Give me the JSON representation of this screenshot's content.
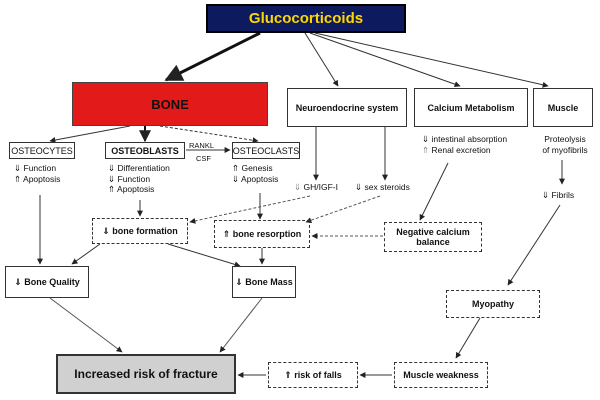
{
  "nodes": {
    "title": "Glucocorticoids",
    "bone": "BONE",
    "neuro": "Neuroendocrine system",
    "calcium": "Calcium Metabolism",
    "muscle": "Muscle",
    "osteocytes": "OSTEOCYTES",
    "osteoblasts": "OSTEOBLASTS",
    "osteoclasts": "OSTEOCLASTS",
    "rankl": "RANKL",
    "csf": "CSF",
    "bone_formation": "bone formation",
    "bone_resorption": "bone resorption",
    "neg_calcium_1": "Negative calcium",
    "neg_calcium_2": "balance",
    "bone_quality": "Bone Quality",
    "bone_mass": "Bone Mass",
    "myopathy": "Myopathy",
    "muscle_weakness": "Muscle weakness",
    "risk_falls": "risk of falls",
    "fracture": "Increased risk of fracture"
  },
  "effects": {
    "osteocytes": [
      "Function",
      "Apoptosis"
    ],
    "osteoblasts": [
      "Differentiation",
      "Function",
      "Apoptosis"
    ],
    "osteoclasts": [
      "Genesis",
      "Apoptosis"
    ],
    "calcium": [
      "intestinal absorption",
      "Renal excretion"
    ],
    "muscle_1": "Proteolysis",
    "muscle_2": "of myofibrils",
    "fibrils": "Fibrils",
    "gh": "GH/IGF-I",
    "sex": "sex steroids"
  },
  "symbols": {
    "up": "⇑",
    "down": "⇓"
  },
  "colors": {
    "title_bg": "#0d1b5e",
    "title_text": "#ffd700",
    "bone_bg": "#e31a1a",
    "fracture_bg": "#d0d0d0"
  }
}
